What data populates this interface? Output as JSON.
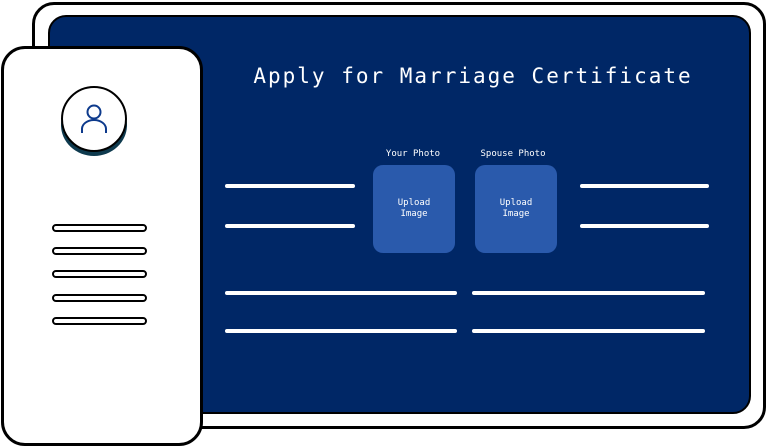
{
  "title": "Apply for Marriage Certificate",
  "photos": [
    {
      "label": "Your Photo",
      "button": "Upload\nImage"
    },
    {
      "label": "Spouse Photo",
      "button": "Upload\nImage"
    }
  ],
  "colors": {
    "screen": "#002766",
    "upload_box": "#2a5aac",
    "avatar_shadow": "#0e3a4e"
  },
  "icons": {
    "avatar": "user-icon"
  }
}
